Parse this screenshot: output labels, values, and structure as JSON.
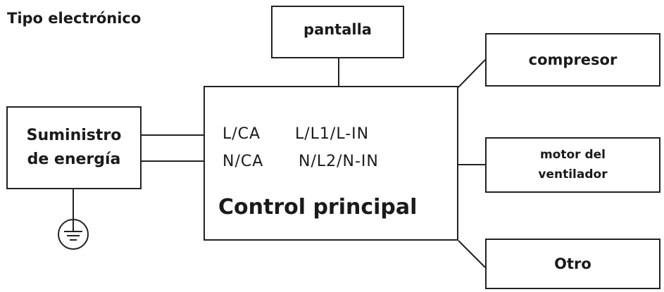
{
  "title": "Tipo electrónico",
  "boxes": {
    "pantalla": "pantalla",
    "compresor": "compresor",
    "suministro_line1": "Suministro",
    "suministro_line2": "de energía",
    "ventilador_line1": "motor del",
    "ventilador_line2": "ventilador",
    "otro": "Otro"
  },
  "control": {
    "label": "Control principal",
    "terminals": {
      "l_ca": "L/CA",
      "l_l1": "L/L1/L-IN",
      "n_ca": "N/CA",
      "n_l2": "N/L2/N-IN"
    }
  },
  "icons": {
    "ground": "ground-symbol-icon"
  },
  "colors": {
    "line": "#222222",
    "text": "#1a1a1a",
    "background": "#ffffff"
  }
}
